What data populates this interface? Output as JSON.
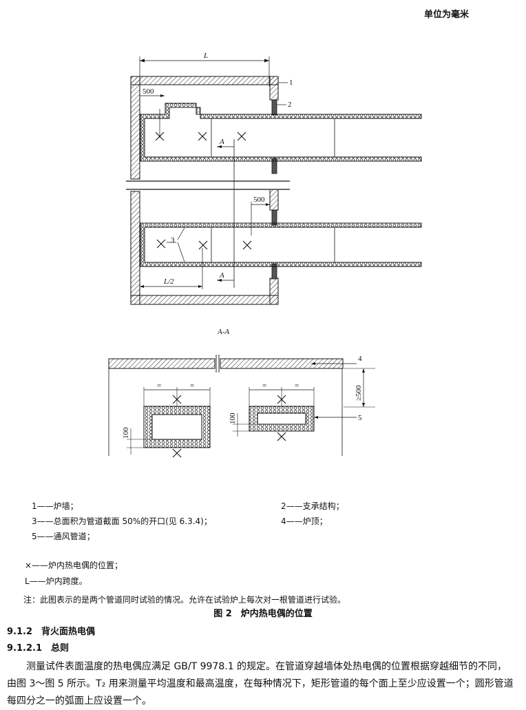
{
  "header": {
    "unit": "单位为毫米"
  },
  "figure": {
    "labels": {
      "L": "L",
      "one": "1",
      "two": "2",
      "three": "3",
      "four": "4",
      "five": "5",
      "dim500a": "500",
      "dim500b": "500",
      "A_top": "A",
      "A_bottom": "A",
      "L_half": "L/2",
      "section": "A-A",
      "ge500": "≥500",
      "dim100a": "100",
      "dim100b": "100",
      "eq": "="
    },
    "legend": [
      {
        "text": "1——炉墙；"
      },
      {
        "text": "2——支承结构；"
      },
      {
        "text": "3——总面积为管道截面 50%的开口(见 6.3.4)；"
      },
      {
        "text": "4——炉顶；"
      },
      {
        "text": "5——通风管道；"
      }
    ],
    "symbols": [
      {
        "text": "×——炉内热电偶的位置；"
      },
      {
        "text": "L——炉内跨度。"
      }
    ],
    "note": "注：此图表示的是两个管道同时试验的情况。允许在试验炉上每次对一根管道进行试验。",
    "caption": "图 2　炉内热电偶的位置"
  },
  "section": {
    "h912": "9.1.2　背火面热电偶",
    "h9121": "9.1.2.1　总则",
    "paragraph": "测量试件表面温度的热电偶应满足 GB/T 9978.1 的规定。在管道穿越墙体处热电偶的位置根据穿越细节的不同，由图 3～图 5 所示。T₂ 用来测量平均温度和最高温度，在每种情况下，矩形管道的每个面上至少应设置一个；圆形管道每四分之一的弧面上应设置一个。"
  }
}
